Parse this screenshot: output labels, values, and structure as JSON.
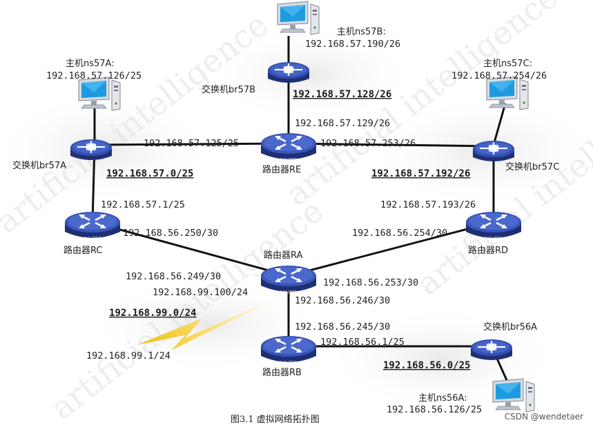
{
  "hosts": {
    "ns57B": {
      "name": "主机ns57B:",
      "ip": "192.168.57.190/26"
    },
    "ns57A": {
      "name": "主机ns57A:",
      "ip": "192.168.57.126/25"
    },
    "ns57C": {
      "name": "主机ns57C:",
      "ip": "192.168.57.254/26"
    },
    "ns56A": {
      "name": "主机ns56A:",
      "ip": "192.168.56.126/25"
    }
  },
  "switches": {
    "br57B": "交换机br57B",
    "br57A": "交换机br57A",
    "br57C": "交换机br57C",
    "br56A": "交换机br56A"
  },
  "routers": {
    "RE": "路由器RE",
    "RC": "路由器RC",
    "RA": "路由器RA",
    "RD": "路由器RD",
    "RB": "路由器RB",
    "icon_text": "ROUTER"
  },
  "ips": {
    "re_up": "192.168.57.129/26",
    "re_left": "192.168.57.125/25",
    "re_right": "192.168.57.253/26",
    "rc_up": "192.168.57.1/25",
    "rc_right": "192.168.56.250/30",
    "rd_up": "192.168.57.193/26",
    "rd_left": "192.168.56.254/30",
    "ra_left": "192.168.56.249/30",
    "ra_serial": "192.168.99.100/24",
    "ra_right": "192.168.56.253/30",
    "ra_down": "192.168.56.246/30",
    "rb_up": "192.168.56.245/30",
    "rb_right": "192.168.56.1/25",
    "serial_far": "192.168.99.1/24"
  },
  "networks": {
    "n128": "192.168.57.128/26",
    "n0": "192.168.57.0/25",
    "n192": "192.168.57.192/26",
    "n99": "192.168.99.0/24",
    "n56": "192.168.56.0/25"
  },
  "caption": "图3.1  虚拟网络拓扑图",
  "credit": "CSDN @wendetaer",
  "watermark": "artificial intelligence",
  "colors": {
    "device": "#2a3f8f",
    "device_light": "#4a63c0",
    "link": "#111111",
    "lightning": "#f2c316",
    "host_screen": "#1e9be0"
  }
}
